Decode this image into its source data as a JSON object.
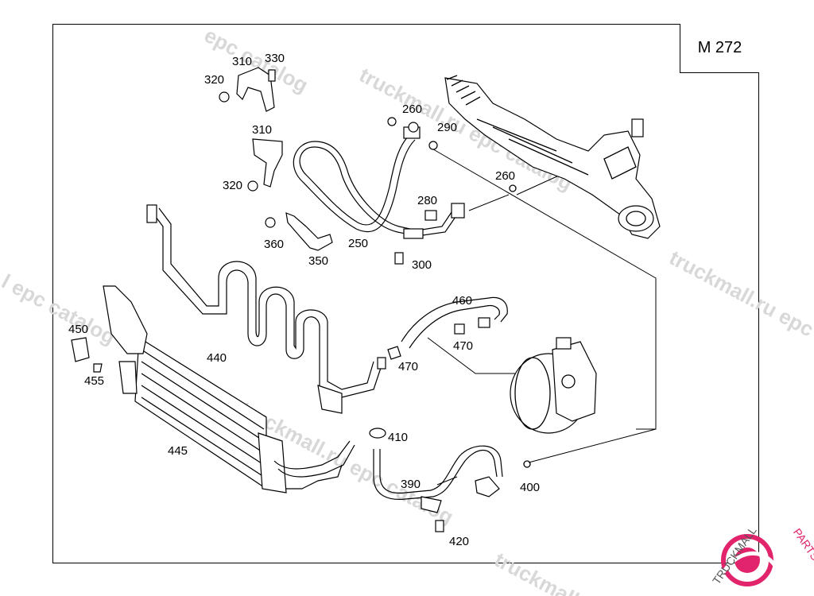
{
  "model_code": "M 272",
  "watermark_text": "truckmall.ru epc catalog",
  "logo": {
    "text": "TRUCKMALLPARTS",
    "color": "#e1246b"
  },
  "callouts": [
    {
      "id": "c310a",
      "text": "310"
    },
    {
      "id": "c330",
      "text": "330"
    },
    {
      "id": "c320a",
      "text": "320"
    },
    {
      "id": "c260a",
      "text": "260"
    },
    {
      "id": "c290",
      "text": "290"
    },
    {
      "id": "c310b",
      "text": "310"
    },
    {
      "id": "c260b",
      "text": "260"
    },
    {
      "id": "c320b",
      "text": "320"
    },
    {
      "id": "c280",
      "text": "280"
    },
    {
      "id": "c360",
      "text": "360"
    },
    {
      "id": "c250",
      "text": "250"
    },
    {
      "id": "c350",
      "text": "350"
    },
    {
      "id": "c300",
      "text": "300"
    },
    {
      "id": "c460",
      "text": "460"
    },
    {
      "id": "c450",
      "text": "450"
    },
    {
      "id": "c440",
      "text": "440"
    },
    {
      "id": "c470a",
      "text": "470"
    },
    {
      "id": "c470b",
      "text": "470"
    },
    {
      "id": "c455",
      "text": "455"
    },
    {
      "id": "c445",
      "text": "445"
    },
    {
      "id": "c410",
      "text": "410"
    },
    {
      "id": "c390",
      "text": "390"
    },
    {
      "id": "c400",
      "text": "400"
    },
    {
      "id": "c420",
      "text": "420"
    }
  ]
}
